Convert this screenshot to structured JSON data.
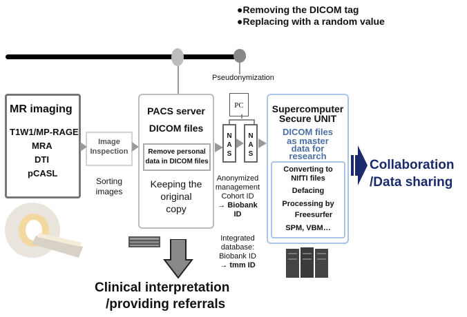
{
  "bullets": [
    "●Removing the DICOM tag",
    "●Replacing with a random value"
  ],
  "pseudonymization": "Pseudonymization",
  "mr": {
    "title": "MR imaging",
    "items": [
      "T1W1/MP-RAGE",
      "MRA",
      "DTI",
      "pCASL"
    ]
  },
  "inspection": {
    "line1": "Image",
    "line2": "Inspection"
  },
  "sorting": {
    "line1": "Sorting",
    "line2": "images"
  },
  "pacs": {
    "title_line1": "PACS server",
    "title_line2": "DICOM files",
    "remove_line1": "Remove personal",
    "remove_line2": "data in DICOM files",
    "keep_line1": "Keeping the",
    "keep_line2": "original",
    "keep_line3": "copy"
  },
  "pc_label": "PC",
  "nas_letters": [
    "N",
    "A",
    "S"
  ],
  "anonymized": {
    "line1": "Anonymized",
    "line2": "management",
    "line3": "Cohort ID",
    "line4": "→ Biobank",
    "line5": "ID"
  },
  "integrated": {
    "line1": "Integrated",
    "line2": "database:",
    "line3": "Biobank ID",
    "line4": "→ tmm ID"
  },
  "super": {
    "title_line1": "Supercomputer",
    "title_line2": "Secure UNIT",
    "dicom_line1": "DICOM files",
    "dicom_line2": "as master",
    "dicom_line3": "data for",
    "dicom_line4": "research",
    "process": [
      "Converting to",
      "NIfTI files",
      "Defacing",
      "Processing by",
      "Freesurfer",
      "SPM, VBM…"
    ]
  },
  "collab": {
    "line1": "Collaboration",
    "line2": "/Data sharing"
  },
  "clinical": {
    "line1": "Clinical interpretation",
    "line2": "/providing referrals"
  },
  "colors": {
    "navy": "#1a2a6c",
    "steel_blue": "#4a6fa5",
    "light_blue": "#a9c4e4",
    "gray": "#9a9a9a"
  }
}
